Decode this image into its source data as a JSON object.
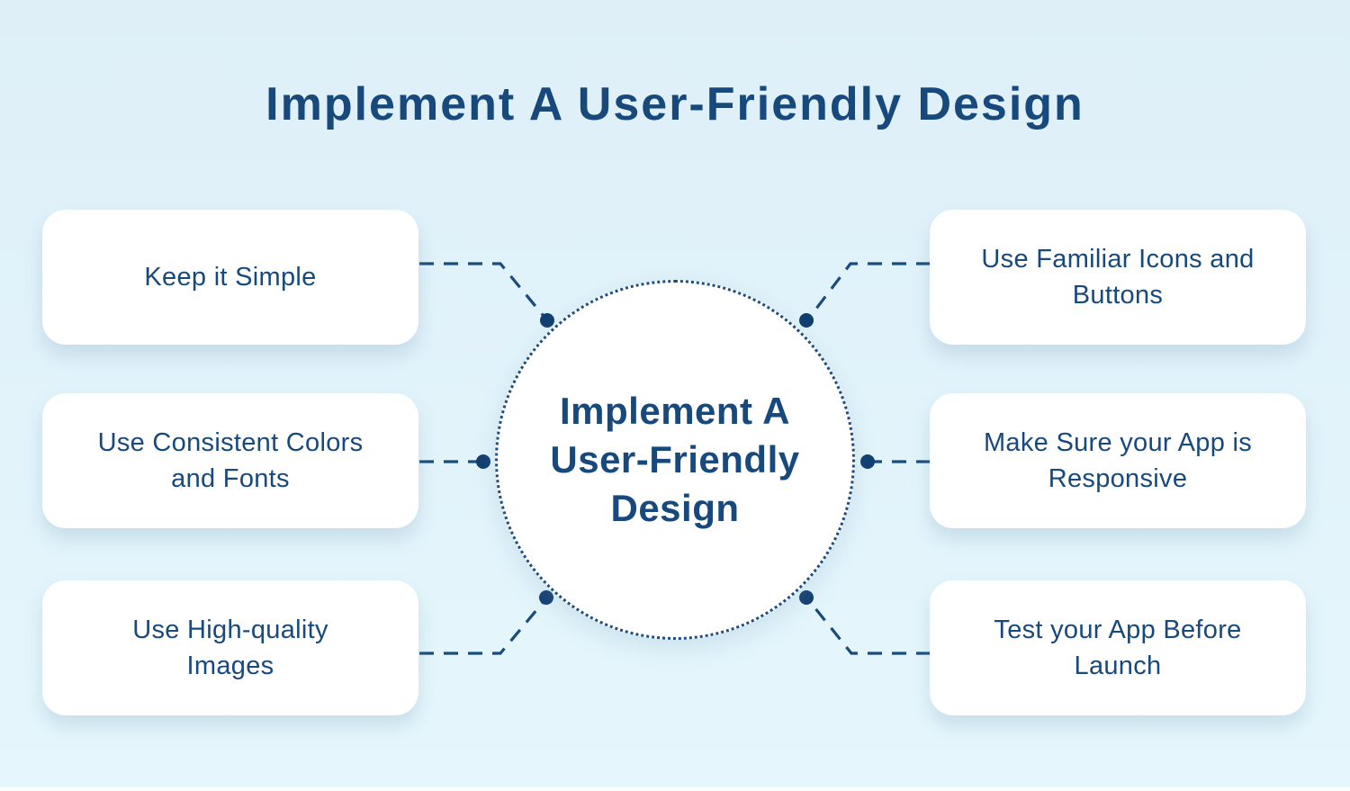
{
  "page": {
    "title": "Implement A User-Friendly Design"
  },
  "center": {
    "label": "Implement A\nUser-Friendly\nDesign"
  },
  "nodes": {
    "left": [
      {
        "label": "Keep it Simple"
      },
      {
        "label": "Use Consistent Colors\nand Fonts"
      },
      {
        "label": "Use High-quality\nImages"
      }
    ],
    "right": [
      {
        "label": "Use Familiar Icons and\nButtons"
      },
      {
        "label": "Make Sure your App is\nResponsive"
      },
      {
        "label": "Test your App Before\nLaunch"
      }
    ]
  },
  "colors": {
    "background_top": "#DEEFF8",
    "background_bottom": "#E5F7FC",
    "navy_text": "#17497C",
    "connector": "#1A4B7D",
    "dot": "#113E6F",
    "card_background": "#FFFFFF",
    "circle_border": "#1D4E7F"
  }
}
